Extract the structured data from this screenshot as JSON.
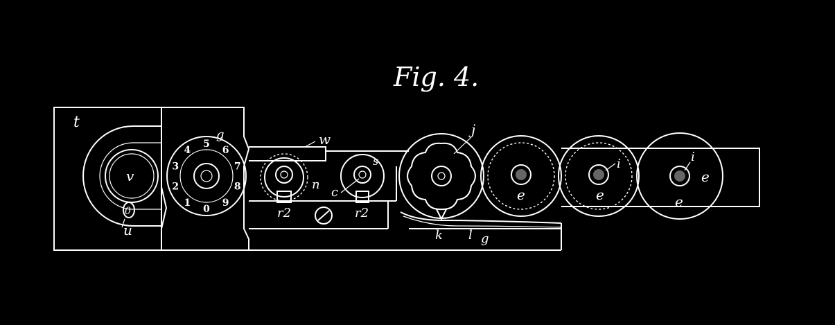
{
  "figure": {
    "title": "Fig. 4.",
    "labels": {
      "t": "t",
      "v": "v",
      "u": "u",
      "u_shape": "0",
      "g": "g",
      "w": "w",
      "n": "n",
      "c": "c",
      "s": "s",
      "r1": "r2",
      "r2": "r2",
      "j": "j",
      "k": "k",
      "l": "l",
      "gg": "g",
      "e1": "e",
      "e2": "e",
      "e3": "e",
      "e4": "e",
      "i1": "i",
      "i2": "i"
    },
    "dial_digits": [
      "0",
      "9",
      "8",
      "7",
      "6",
      "5",
      "4",
      "3",
      "2",
      "1"
    ]
  }
}
